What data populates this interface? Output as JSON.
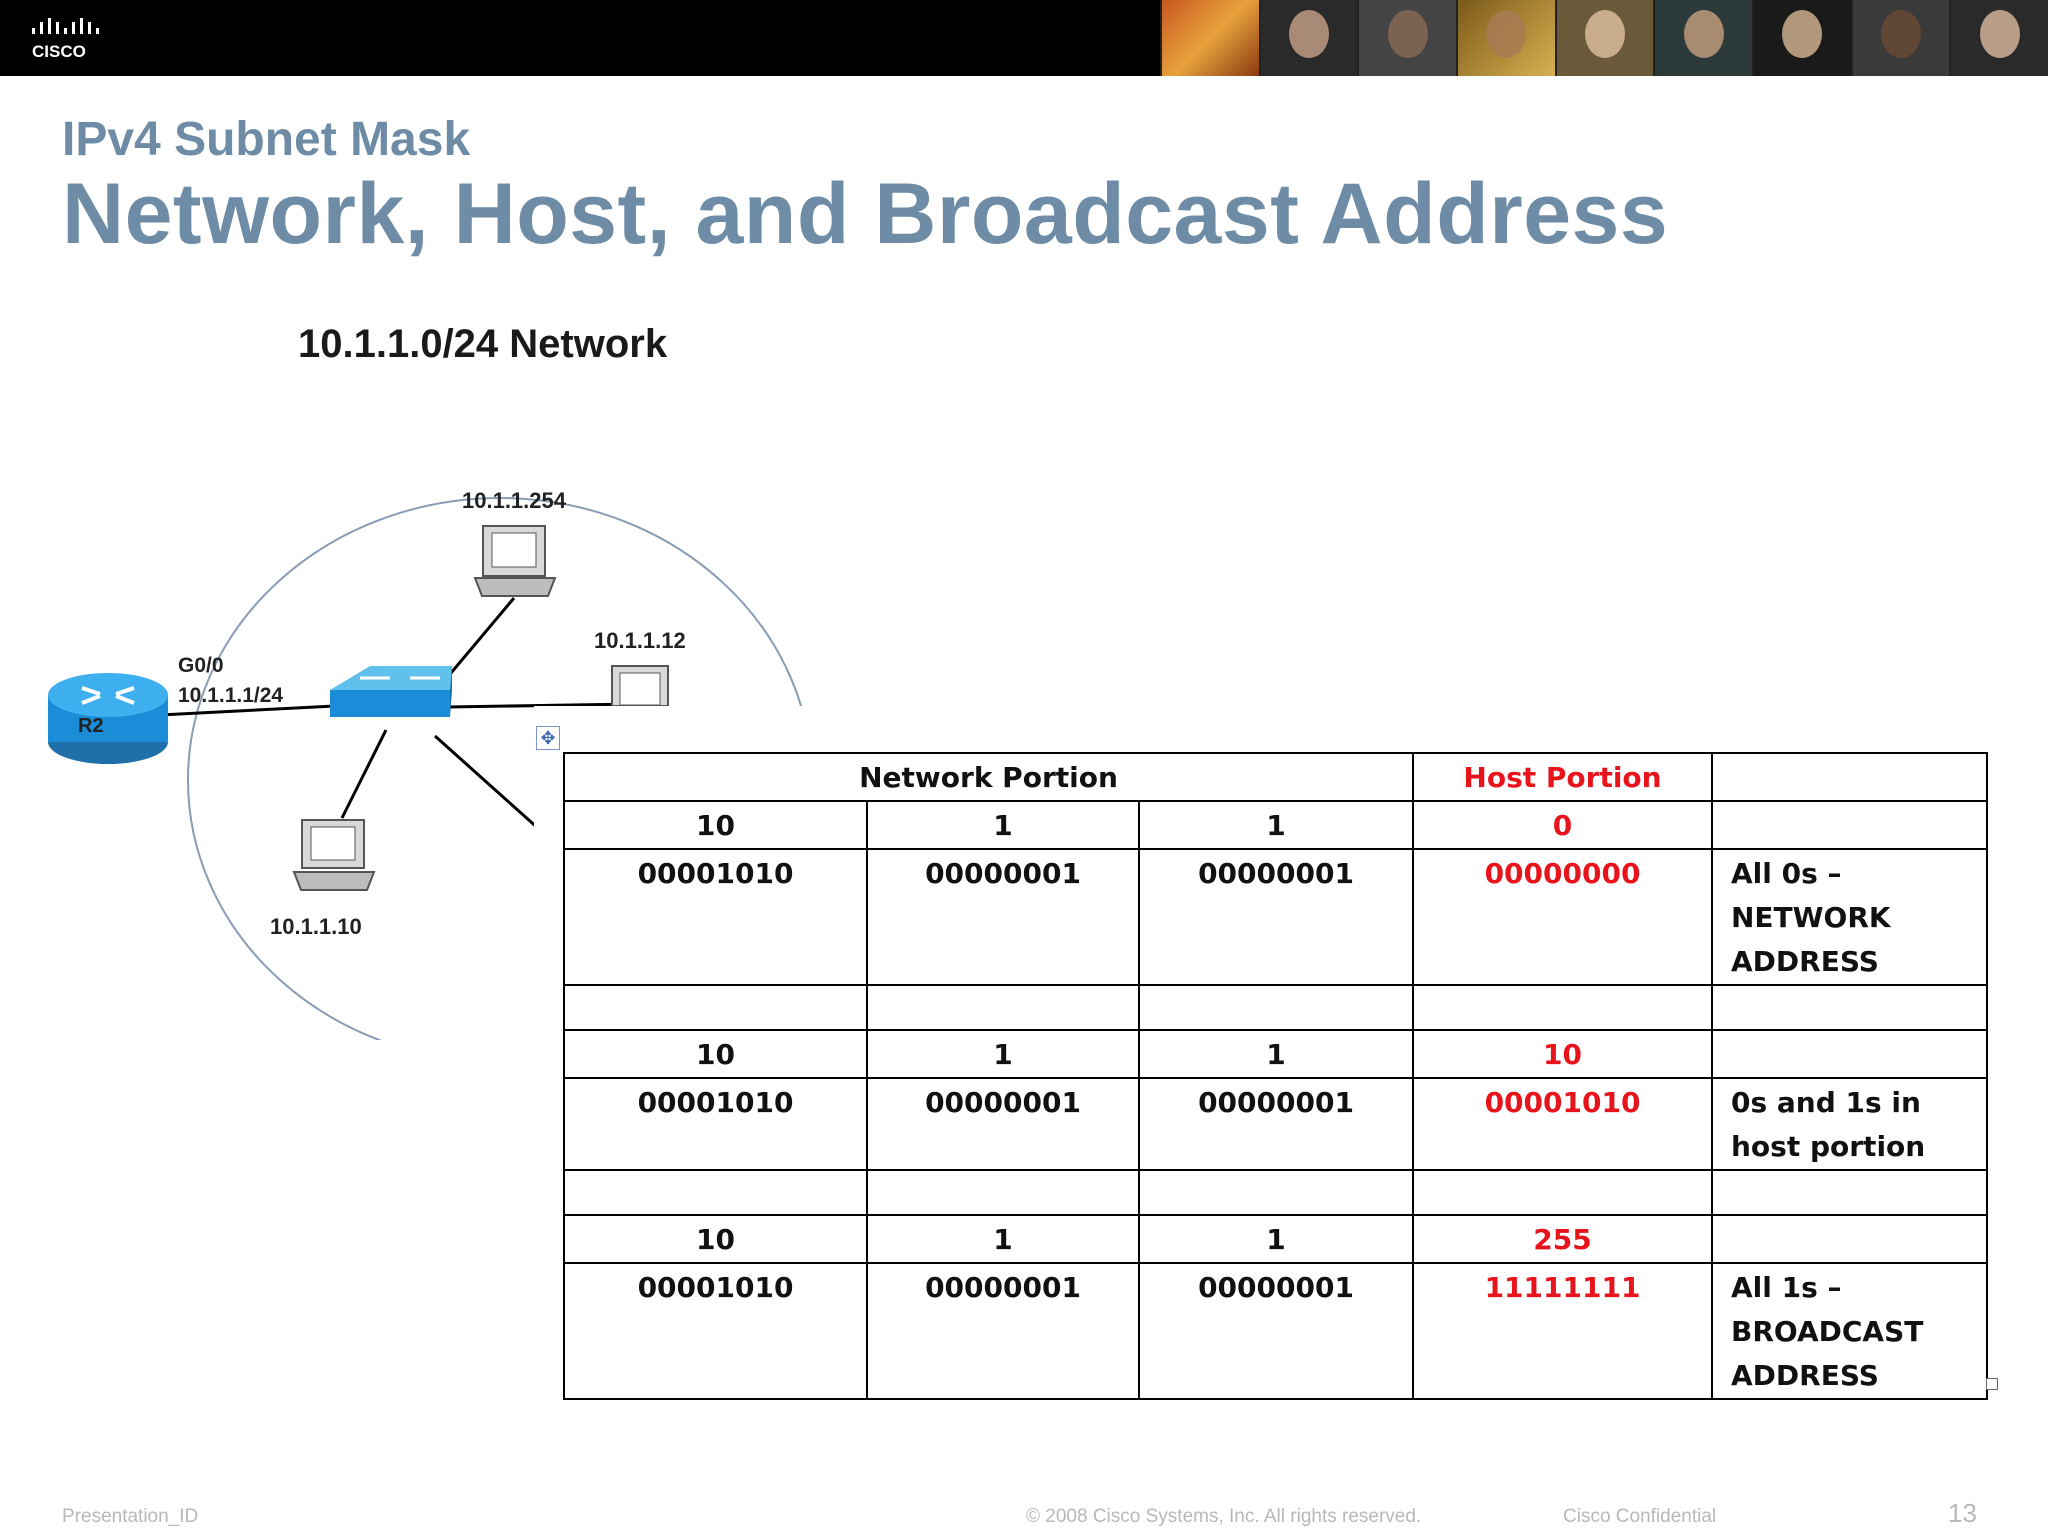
{
  "brand": {
    "logo_text": "CISCO"
  },
  "slide": {
    "subtitle": "IPv4 Subnet Mask",
    "title": "Network, Host, and Broadcast Address"
  },
  "diagram": {
    "network_label": "10.1.1.0/24 Network",
    "router_label": "R2",
    "interface_label": "G0/0",
    "interface_ip": "10.1.1.1/24",
    "host_top_ip": "10.1.1.254",
    "host_right_ip": "10.1.1.12",
    "host_left_ip": "10.1.1.10"
  },
  "table": {
    "network_header": "Network Portion",
    "host_header": "Host Portion",
    "blocks": [
      {
        "dec": [
          "10",
          "1",
          "1",
          "0"
        ],
        "bin": [
          "00001010",
          "00000001",
          "00000001",
          "00000000"
        ],
        "note": [
          "All 0s –",
          "NETWORK",
          "ADDRESS"
        ]
      },
      {
        "dec": [
          "10",
          "1",
          "1",
          "10"
        ],
        "bin": [
          "00001010",
          "00000001",
          "00000001",
          "00001010"
        ],
        "note": [
          "0s and 1s in",
          "host portion"
        ]
      },
      {
        "dec": [
          "10",
          "1",
          "1",
          "255"
        ],
        "bin": [
          "00001010",
          "00000001",
          "00000001",
          "11111111"
        ],
        "note": [
          "All 1s –",
          "BROADCAST",
          "ADDRESS"
        ]
      }
    ]
  },
  "footer": {
    "presentation_id": "Presentation_ID",
    "copyright": "© 2008 Cisco Systems, Inc. All rights reserved.",
    "confidential": "Cisco Confidential",
    "page_number": "13"
  },
  "colors": {
    "title": "#6e8ca6",
    "host_red": "#e8141b",
    "router_blue": "#1a8cd8"
  }
}
